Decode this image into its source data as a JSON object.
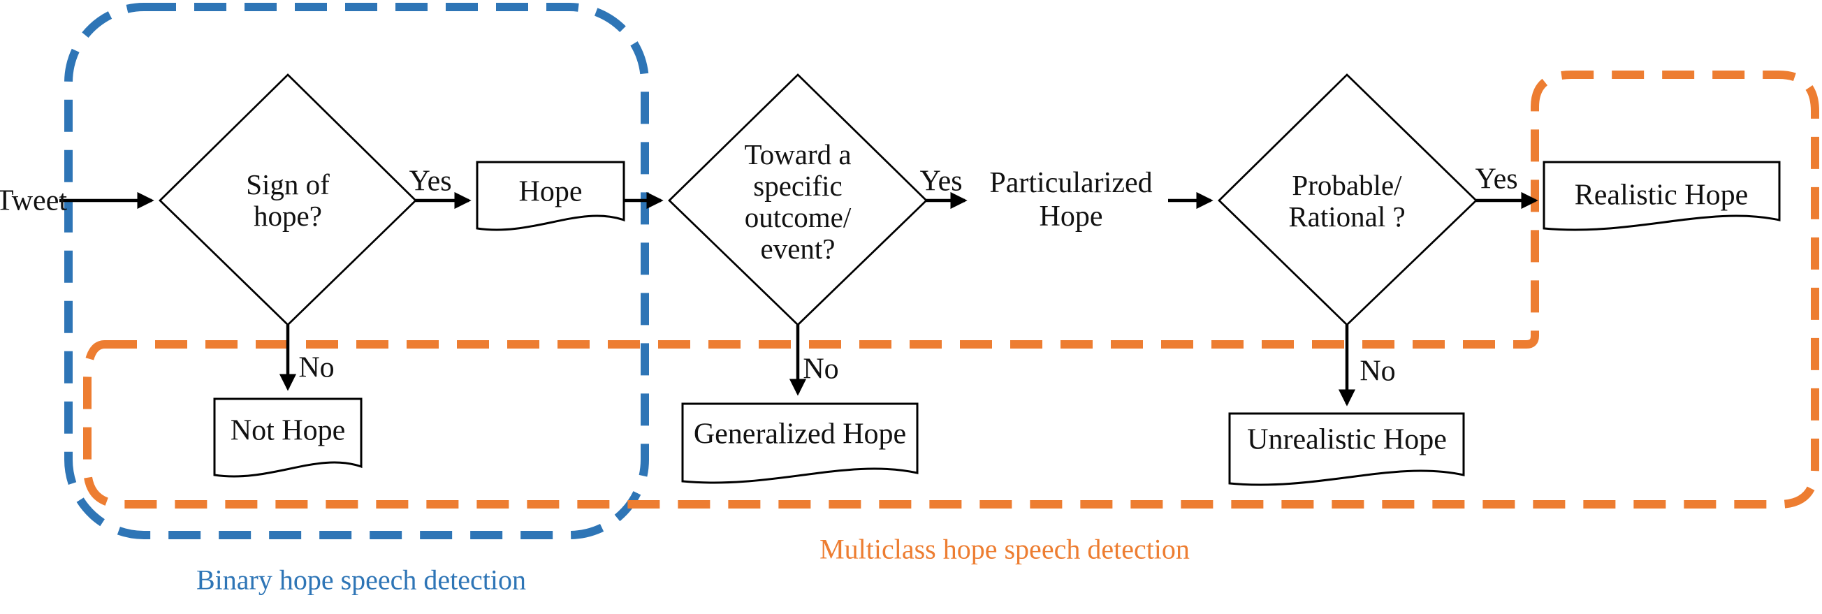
{
  "flow": {
    "start_label": "Tweet",
    "branch_yes": "Yes",
    "branch_no": "No"
  },
  "decisions": [
    {
      "question": "Sign of\nhope?"
    },
    {
      "question": "Toward a\nspecific\noutcome/\nevent?"
    },
    {
      "question": "Probable/\nRational ?"
    }
  ],
  "outputs": [
    {
      "label": "Hope",
      "shape": "document"
    },
    {
      "label": "Not Hope",
      "shape": "document"
    },
    {
      "label": "Particularized\nHope",
      "shape": "text"
    },
    {
      "label": "Generalized Hope",
      "shape": "document"
    },
    {
      "label": "Realistic Hope",
      "shape": "document"
    },
    {
      "label": "Unrealistic Hope",
      "shape": "document"
    }
  ],
  "regions": [
    {
      "label": "Binary hope speech detection",
      "color": "#2E75B6"
    },
    {
      "label": "Multiclass hope speech detection",
      "color": "#ED7D31"
    }
  ],
  "line_color": "#000000"
}
